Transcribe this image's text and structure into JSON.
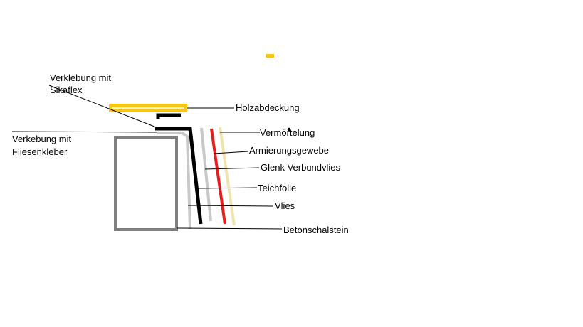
{
  "labels": {
    "verklebung_sikaflex": [
      "Verklebung mit",
      "Sikaflex"
    ],
    "verkebung_fliesenkleber": [
      "Verkebung mit",
      "Fliesenkleber"
    ],
    "holzabdeckung": "Holzabdeckung",
    "vermoertelung": "Vermörtelung",
    "armierungsgewebe": "Armierungsgewebe",
    "glenk_verbundvlies": "Glenk Verbundvlies",
    "teichfolie": "Teichfolie",
    "vlies": "Vlies",
    "betonschalstein": "Betonschalstein"
  },
  "colors": {
    "holzabdeckung": "#f5c518",
    "teichfolie": "#000000",
    "vlies": "#c8c8c8",
    "armierungsgewebe": "#e61e1e",
    "vermoertelung": "#efe4b0",
    "betonschalstein": "#7f7f7f",
    "leader": "#000000"
  }
}
